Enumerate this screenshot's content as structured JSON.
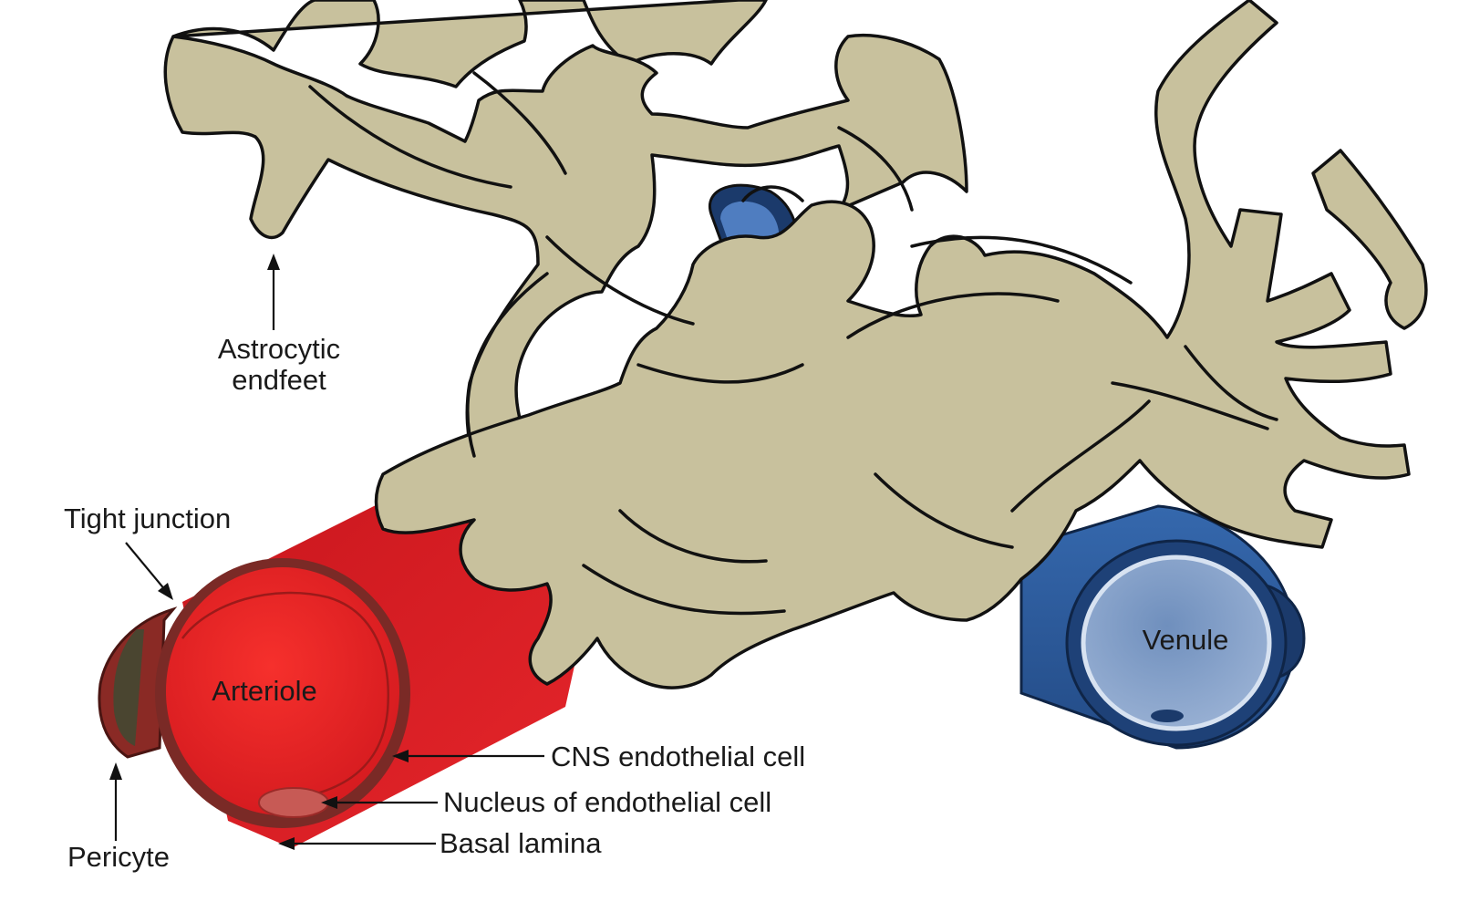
{
  "labels": {
    "astrocytic_line1": "Astrocytic",
    "astrocytic_line2": "endfeet",
    "tight_junction": "Tight junction",
    "arteriole": "Arteriole",
    "venule": "Venule",
    "pericyte": "Pericyte",
    "cns_endothelial": "CNS endothelial cell",
    "nucleus": "Nucleus of endothelial cell",
    "basal_lamina": "Basal lamina"
  },
  "colors": {
    "astrocyte": "#c8c19d",
    "arteriole": "#e8252a",
    "arteriole_dark": "#b0161c",
    "arteriole_rim": "#7a2a26",
    "venule": "#2f5fa0",
    "venule_dark": "#1b3a6b",
    "venule_lumen": "#8faad0",
    "pericyte": "#4a4530"
  }
}
